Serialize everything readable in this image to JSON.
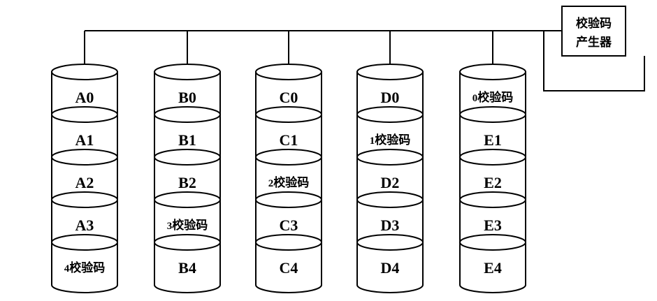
{
  "generator": {
    "line1": "校验码",
    "line2": "产生器"
  },
  "disks": [
    {
      "blocks": [
        {
          "text": "A0"
        },
        {
          "text": "A1"
        },
        {
          "text": "A2"
        },
        {
          "text": "A3"
        },
        {
          "num": "4",
          "suffix": "校验码"
        }
      ]
    },
    {
      "blocks": [
        {
          "text": "B0"
        },
        {
          "text": "B1"
        },
        {
          "text": "B2"
        },
        {
          "num": "3",
          "suffix": "校验码"
        },
        {
          "text": "B4"
        }
      ]
    },
    {
      "blocks": [
        {
          "text": "C0"
        },
        {
          "text": "C1"
        },
        {
          "num": "2",
          "suffix": "校验码"
        },
        {
          "text": "C3"
        },
        {
          "text": "C4"
        }
      ]
    },
    {
      "blocks": [
        {
          "text": "D0"
        },
        {
          "num": "1",
          "suffix": "校验码"
        },
        {
          "text": "D2"
        },
        {
          "text": "D3"
        },
        {
          "text": "D4"
        }
      ]
    },
    {
      "blocks": [
        {
          "num": "0",
          "suffix": "校验码"
        },
        {
          "text": "E1"
        },
        {
          "text": "E2"
        },
        {
          "text": "E3"
        },
        {
          "text": "E4"
        }
      ]
    }
  ],
  "colors": {
    "stroke": "#000000",
    "fill": "#ffffff"
  }
}
